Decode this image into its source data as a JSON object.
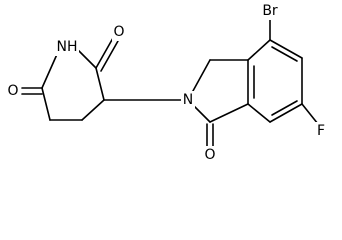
{
  "molecule": {
    "atom_labels": {
      "imide_nh": "NH",
      "imide_o_top": "O",
      "imide_o_left": "O",
      "isoindolinone_n": "N",
      "lactam_o": "O",
      "bromine": "Br",
      "fluorine": "F"
    }
  }
}
